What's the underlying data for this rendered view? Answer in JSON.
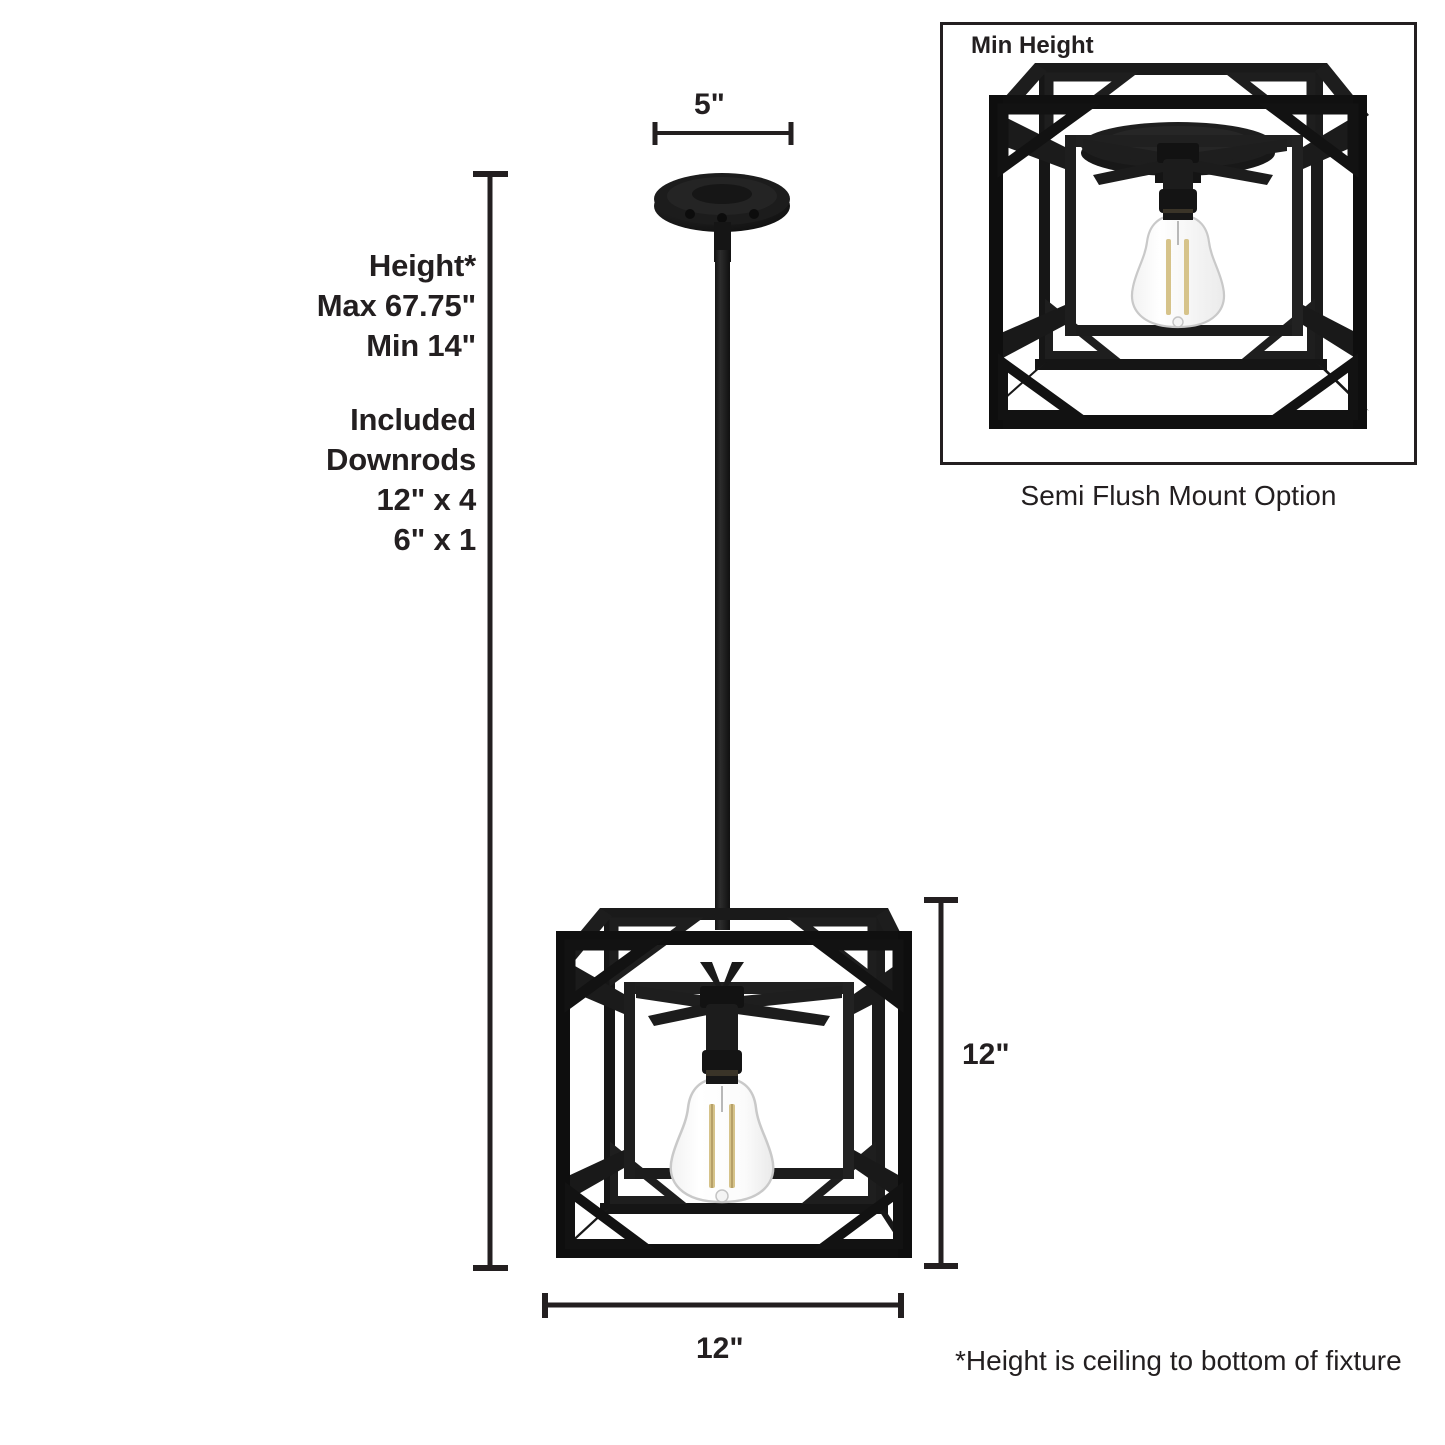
{
  "diagram": {
    "product_type": "cage-pendant-light",
    "background_color": "#ffffff",
    "fixture_color": "#1a1a1a",
    "line_color": "#231f20",
    "text_color": "#231f20"
  },
  "specs": {
    "height_label": "Height*",
    "height_max": "Max 67.75\"",
    "height_min": "Min 14\"",
    "downrods_label": "Included",
    "downrods_label2": "Downrods",
    "downrod_1": "12\" x 4",
    "downrod_2": "6\" x 1"
  },
  "dimensions": {
    "canopy_width": "5\"",
    "cage_height": "12\"",
    "cage_width": "12\""
  },
  "inset": {
    "title": "Min Height",
    "caption": "Semi Flush Mount Option"
  },
  "footnote": {
    "text": "*Height is ceiling to bottom of fixture"
  },
  "chart_data": {
    "type": "table",
    "title": "Pendant Light Dimensions",
    "categories": [
      "Height Max",
      "Height Min",
      "Canopy Width",
      "Cage Height",
      "Cage Width",
      "Downrods 12in",
      "Downrods 6in"
    ],
    "values": [
      67.75,
      14,
      5,
      12,
      12,
      4,
      1
    ],
    "units": [
      "in",
      "in",
      "in",
      "in",
      "in",
      "count",
      "count"
    ]
  }
}
